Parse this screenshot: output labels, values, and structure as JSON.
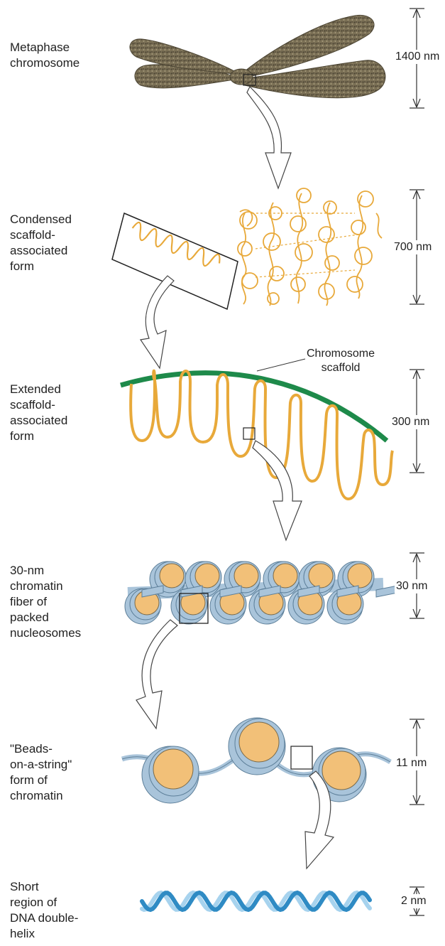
{
  "levels": [
    {
      "label": "Metaphase\nchromosome",
      "size": "1400 nm"
    },
    {
      "label": "Condensed\nscaffold-\nassociated\nform",
      "size": "700 nm"
    },
    {
      "label": "Extended\nscaffold-\nassociated\nform",
      "size": "300 nm",
      "callout": "Chromosome\nscaffold"
    },
    {
      "label": "30-nm\nchromatin\nfiber of\npacked\nnucleosomes",
      "size": "30 nm"
    },
    {
      "label": "\"Beads-\non-a-string\"\nform of\nchromatin",
      "size": "11 nm"
    },
    {
      "label": "Short\nregion of\nDNA double-\nhelix",
      "size": "2 nm"
    }
  ],
  "colors": {
    "chromosome": "#6f6650",
    "fiber": "#e8a93a",
    "scaffold": "#1e8a4a",
    "histone": "#f2c078",
    "histone_ring": "#a9c4da",
    "dna_dark": "#2f8bc4",
    "dna_light": "#a7d3ee"
  }
}
